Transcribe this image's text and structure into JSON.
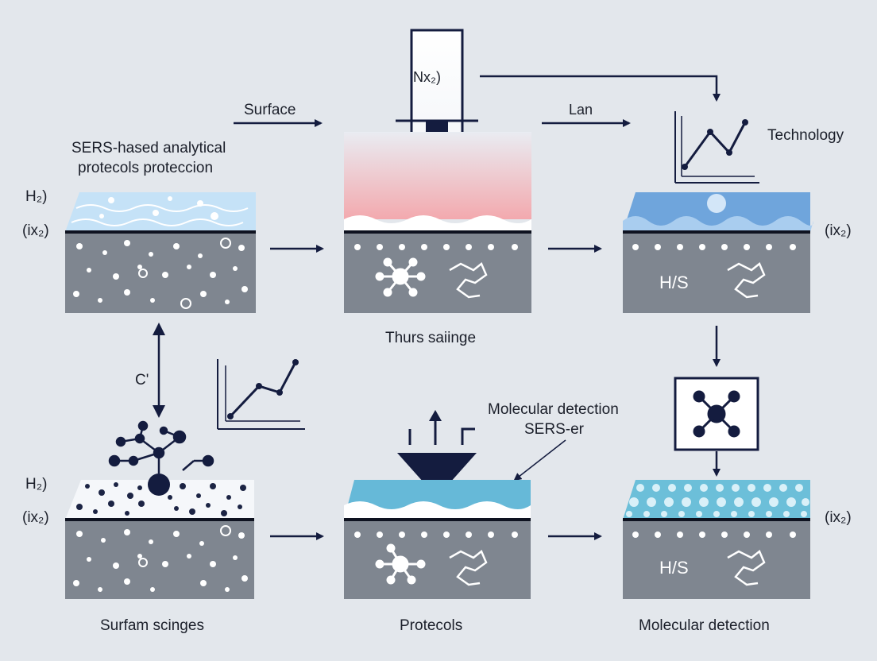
{
  "labels": {
    "top_arrow": "Nx₂)",
    "surface": "Surface",
    "lan": "Lan",
    "technology": "Technology",
    "sers_title_line1": "SERS-hased analytical",
    "sers_title_line2": "protecols proteccion",
    "h2_top": "H₂)",
    "ix2_top_left": "(ix₂)",
    "ix2_top_right": "(ix₂)",
    "thurs_saiinge": "Thurs saiinge",
    "c_prime": "C'",
    "molecular_callout_line1": "Molecular detection",
    "molecular_callout_line2": "SERS-er",
    "h2_bottom": "H₂)",
    "ix2_bottom_left": "(ix₂)",
    "ix2_bottom_right": "(ix₂)",
    "hs_top": "H/S",
    "hs_bottom": "H/S",
    "caption_left": "Surfam scinges",
    "caption_middle": "Protecols",
    "caption_right": "Molecular detection"
  },
  "colors": {
    "background": "#e3e7ec",
    "navy": "#141c3f",
    "substrate": "#7f8690",
    "pink": "#f3a9ae",
    "light_blue": "#bcdcf4",
    "mid_blue": "#6fa5dc",
    "cyan": "#66b9d8"
  }
}
